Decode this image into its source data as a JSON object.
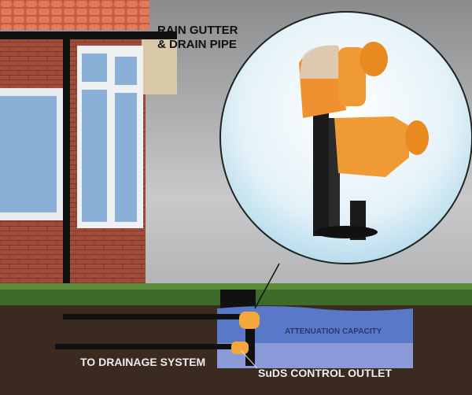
{
  "labels": {
    "gutter_line1": "RAIN GUTTER",
    "gutter_line2": "& DRAIN PIPE",
    "attenuation": "ATTENUATION CAPACITY",
    "drainage": "TO DRAINAGE SYSTEM",
    "outlet": "SuDS CONTROL OUTLET"
  },
  "colors": {
    "orange": "#f0a030",
    "tank_blue": "#5a78c8",
    "soil": "#3a2a20",
    "brick": "#a04a38"
  }
}
